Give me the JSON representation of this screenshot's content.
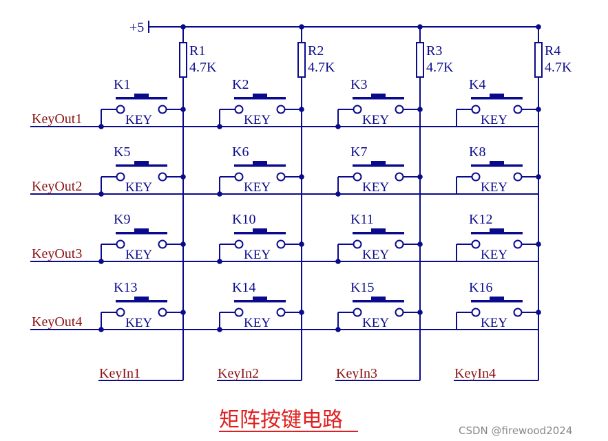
{
  "supply_label": "+5",
  "resistors": [
    {
      "name": "R1",
      "value": "4.7K"
    },
    {
      "name": "R2",
      "value": "4.7K"
    },
    {
      "name": "R3",
      "value": "4.7K"
    },
    {
      "name": "R4",
      "value": "4.7K"
    }
  ],
  "keys": [
    "K1",
    "K2",
    "K3",
    "K4",
    "K5",
    "K6",
    "K7",
    "K8",
    "K9",
    "K10",
    "K11",
    "K12",
    "K13",
    "K14",
    "K15",
    "K16"
  ],
  "key_type": "KEY",
  "row_labels": [
    "KeyOut1",
    "KeyOut2",
    "KeyOut3",
    "KeyOut4"
  ],
  "column_labels": [
    "KeyIn1",
    "KeyIn2",
    "KeyIn3",
    "KeyIn4"
  ],
  "title": "矩阵按键电路",
  "watermark": "CSDN @firewood2024",
  "colors": {
    "wire": "#0a0a8c",
    "row_label": "#8b1010",
    "title": "#e02020",
    "watermark": "#888888"
  }
}
